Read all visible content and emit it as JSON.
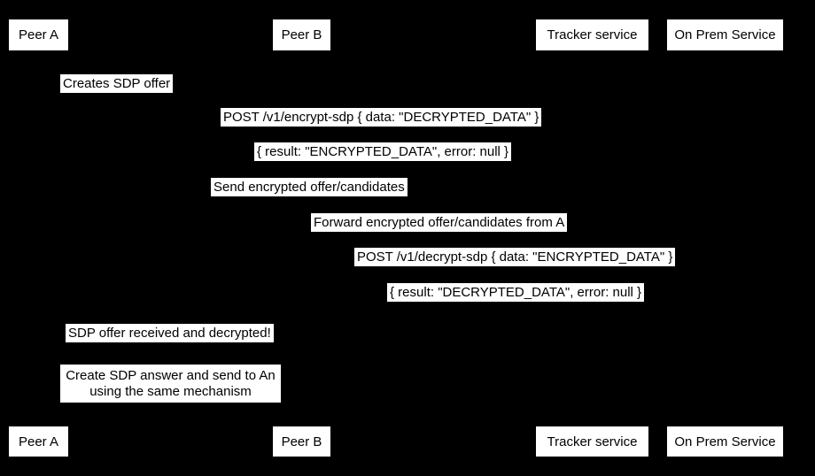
{
  "colors": {
    "background": "#000000",
    "box_fill": "#ffffff",
    "text": "#000000"
  },
  "participants": [
    {
      "label": "Peer A"
    },
    {
      "label": "Peer B"
    },
    {
      "label": "Tracker service"
    },
    {
      "label": "On Prem Service"
    }
  ],
  "messages": [
    {
      "text": "Creates SDP offer"
    },
    {
      "text": "POST /v1/encrypt-sdp { data: \"DECRYPTED_DATA\" }"
    },
    {
      "text": "{ result: \"ENCRYPTED_DATA\", error: null }"
    },
    {
      "text": "Send encrypted offer/candidates"
    },
    {
      "text": "Forward encrypted offer/candidates from A"
    },
    {
      "text": "POST /v1/decrypt-sdp { data: \"ENCRYPTED_DATA\" }"
    },
    {
      "text": "{ result: \"DECRYPTED_DATA\", error: null }"
    },
    {
      "text": "SDP offer received and decrypted!"
    },
    {
      "text": "Create SDP answer and send to An\nusing the same mechanism"
    }
  ]
}
